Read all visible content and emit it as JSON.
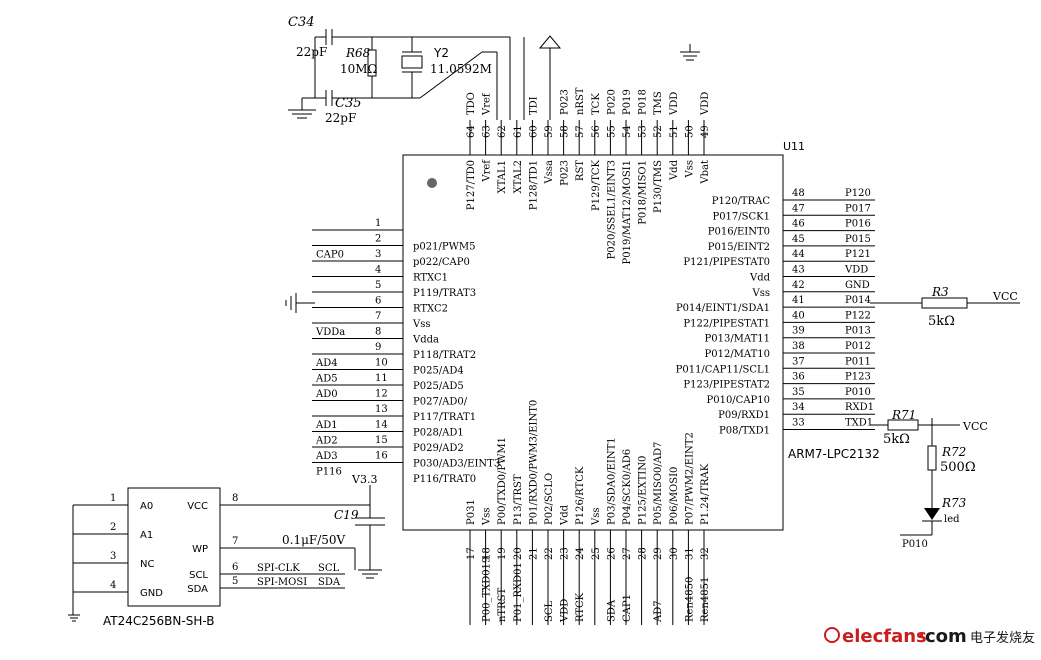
{
  "chip": {
    "ref": "U11",
    "part": "ARM7-LPC2132",
    "left_pins": [
      {
        "num": "1",
        "name": "",
        "net": ""
      },
      {
        "num": "2",
        "name": "p021/PWM5",
        "net": "CAP0"
      },
      {
        "num": "3",
        "name": "p022/CAP0",
        "net": ""
      },
      {
        "num": "4",
        "name": "RTXC1",
        "net": ""
      },
      {
        "num": "5",
        "name": "P119/TRAT3",
        "net": ""
      },
      {
        "num": "6",
        "name": "RTXC2",
        "net": ""
      },
      {
        "num": "7",
        "name": "Vss",
        "net": "VDDa"
      },
      {
        "num": "8",
        "name": "Vdda",
        "net": ""
      },
      {
        "num": "9",
        "name": "P118/TRAT2",
        "net": "AD4"
      },
      {
        "num": "10",
        "name": "P025/AD4",
        "net": "AD5"
      },
      {
        "num": "11",
        "name": "P025/AD5",
        "net": "AD0"
      },
      {
        "num": "12",
        "name": "P027/AD0/",
        "net": ""
      },
      {
        "num": "13",
        "name": "P117/TRAT1",
        "net": "AD1"
      },
      {
        "num": "14",
        "name": "P028/AD1",
        "net": "AD2"
      },
      {
        "num": "15",
        "name": "P029/AD2",
        "net": "AD3"
      },
      {
        "num": "16",
        "name": "P030/AD3/EINT3",
        "net": "P116"
      },
      {
        "num": "",
        "name": "P116/TRAT0",
        "net": ""
      }
    ],
    "right_pins": [
      {
        "num": "48",
        "name": "P120/TRAC",
        "net": "P120"
      },
      {
        "num": "47",
        "name": "P017/SCK1",
        "net": "P017"
      },
      {
        "num": "46",
        "name": "P016/EINT0",
        "net": "P016"
      },
      {
        "num": "45",
        "name": "P015/EINT2",
        "net": "P015"
      },
      {
        "num": "44",
        "name": "P121/PIPESTAT0",
        "net": "P121"
      },
      {
        "num": "43",
        "name": "Vdd",
        "net": "VDD"
      },
      {
        "num": "42",
        "name": "Vss",
        "net": "GND"
      },
      {
        "num": "41",
        "name": "P014/EINT1/SDA1",
        "net": "P014"
      },
      {
        "num": "40",
        "name": "P122/PIPESTAT1",
        "net": "P122"
      },
      {
        "num": "39",
        "name": "P013/MAT11",
        "net": "P013"
      },
      {
        "num": "38",
        "name": "P012/MAT10",
        "net": "P012"
      },
      {
        "num": "37",
        "name": "P011/CAP11/SCL1",
        "net": "P011"
      },
      {
        "num": "36",
        "name": "P123/PIPESTAT2",
        "net": "P123"
      },
      {
        "num": "35",
        "name": "P010/CAP10",
        "net": "P010"
      },
      {
        "num": "34",
        "name": "P09/RXD1",
        "net": "RXD1"
      },
      {
        "num": "33",
        "name": "P08/TXD1",
        "net": "TXD1"
      }
    ],
    "top_pins": [
      {
        "num": "64",
        "name": "P127/TD0",
        "net": "TDO"
      },
      {
        "num": "63",
        "name": "Vref",
        "net": "Vref"
      },
      {
        "num": "62",
        "name": "XTAL1",
        "net": ""
      },
      {
        "num": "61",
        "name": "XTAL2",
        "net": ""
      },
      {
        "num": "60",
        "name": "P128/TD1",
        "net": "TDI"
      },
      {
        "num": "59",
        "name": "Vssa",
        "net": ""
      },
      {
        "num": "58",
        "name": "P023",
        "net": "P023"
      },
      {
        "num": "57",
        "name": "RST",
        "net": "nRST"
      },
      {
        "num": "56",
        "name": "P129/TCK",
        "net": "TCK"
      },
      {
        "num": "55",
        "name": "P020/SSEL1/EINT3",
        "net": "P020"
      },
      {
        "num": "54",
        "name": "P019/MAT12/MOSI1",
        "net": "P019"
      },
      {
        "num": "53",
        "name": "P018/MISO1",
        "net": "P018"
      },
      {
        "num": "52",
        "name": "P130/TMS",
        "net": "TMS"
      },
      {
        "num": "51",
        "name": "Vdd",
        "net": "VDD"
      },
      {
        "num": "50",
        "name": "Vss",
        "net": ""
      },
      {
        "num": "49",
        "name": "Vbat",
        "net": "VDD"
      }
    ],
    "bottom_pins": [
      {
        "num": "17",
        "name": "P031",
        "net": ""
      },
      {
        "num": "18",
        "name": "Vss",
        "net": "P00_TXD019"
      },
      {
        "num": "19",
        "name": "P00/TXD0/PWM1",
        "net": "nTRST"
      },
      {
        "num": "20",
        "name": "P13/TRST",
        "net": "P01_RXD01"
      },
      {
        "num": "21",
        "name": "P01/RXD0/PWM3/EINT0",
        "net": ""
      },
      {
        "num": "22",
        "name": "P02/SCLO",
        "net": "SCL"
      },
      {
        "num": "23",
        "name": "Vdd",
        "net": "VDD"
      },
      {
        "num": "24",
        "name": "P126/RTCK",
        "net": "RTCK"
      },
      {
        "num": "25",
        "name": "Vss",
        "net": ""
      },
      {
        "num": "26",
        "name": "P03/SDA0/EINT1",
        "net": "SDA"
      },
      {
        "num": "27",
        "name": "P04/SCK0/AD6",
        "net": "CAP1"
      },
      {
        "num": "28",
        "name": "P125/EXTIN0",
        "net": ""
      },
      {
        "num": "29",
        "name": "P05/MISO0/AD7",
        "net": "AD7"
      },
      {
        "num": "30",
        "name": "P06/MOSI0",
        "net": ""
      },
      {
        "num": "31",
        "name": "P07/PWM2/EINT2",
        "net": "Ren4850"
      },
      {
        "num": "32",
        "name": "P1.24/TRAK",
        "net": "Ren4851"
      }
    ]
  },
  "crystal": {
    "c34_ref": "C34",
    "c34_val": "22pF",
    "c35_ref": "C35",
    "c35_val": "22pF",
    "r68_ref": "R68",
    "r68_val": "10MΩ",
    "y2_ref": "Y2",
    "y2_val": "11.0592M"
  },
  "resistors": {
    "r3_ref": "R3",
    "r3_val": "5kΩ",
    "r3_net": "VCC",
    "r71_ref": "R71",
    "r71_val": "5kΩ",
    "r71_net": "VCC",
    "r72_ref": "R72",
    "r72_val": "500Ω",
    "r73_ref": "R73",
    "led_label": "led",
    "led_net": "P010"
  },
  "eeprom": {
    "part": "AT24C256BN-SH-B",
    "pins_left": [
      {
        "num": "1",
        "name": "A0"
      },
      {
        "num": "2",
        "name": "A1"
      },
      {
        "num": "3",
        "name": "NC"
      },
      {
        "num": "4",
        "name": "GND"
      }
    ],
    "pins_right": [
      {
        "num": "8",
        "name": "VCC",
        "net": ""
      },
      {
        "num": "7",
        "name": "WP",
        "net": ""
      },
      {
        "num": "6",
        "name": "SCL",
        "net": "SPI-CLK",
        "net2": "SCL"
      },
      {
        "num": "5",
        "name": "SDA",
        "net": "SPI-MOSI",
        "net2": "SDA"
      }
    ],
    "supply": "V3.3",
    "c19_ref": "C19",
    "c19_val": "0.1μF/50V"
  },
  "watermark": {
    "brand": "elecfans",
    "dot": "·",
    "domain": "com",
    "cn": "电子发烧友"
  }
}
